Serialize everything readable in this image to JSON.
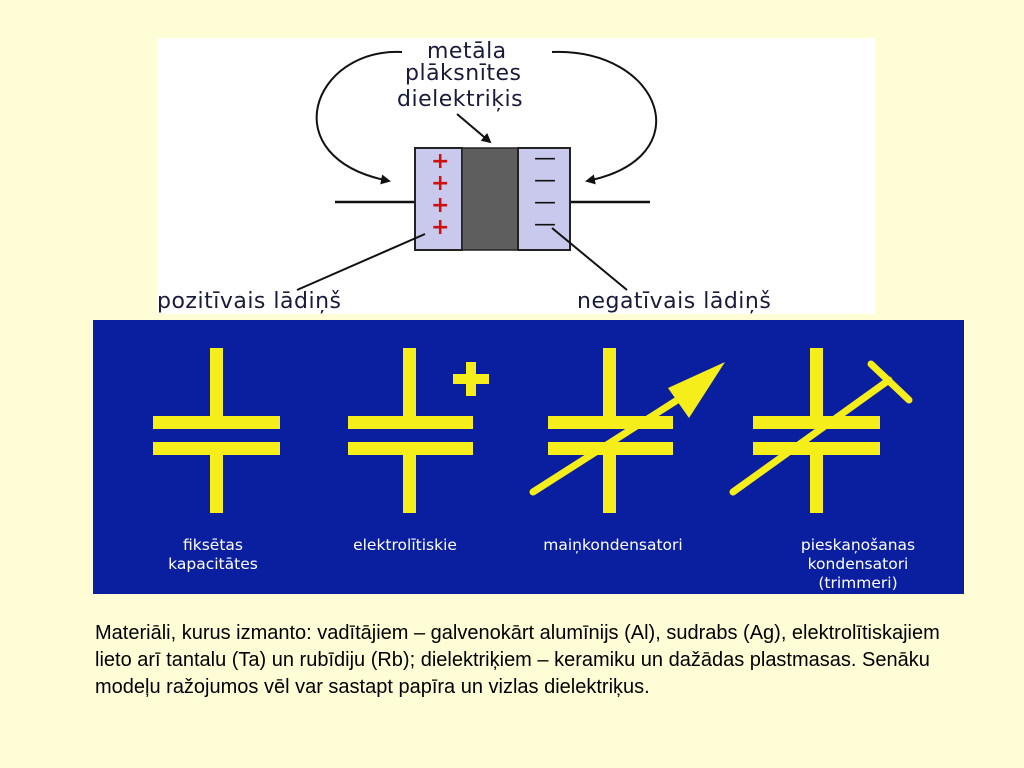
{
  "diagram": {
    "label_plates_line1": "metāla",
    "label_plates_line2": "plāksnītes",
    "label_dielectric": "dielektriķis",
    "label_positive": "pozitīvais lādiņš",
    "label_negative": "negatīvais lādiņš",
    "plus_sign": "+",
    "minus_sign": "—"
  },
  "symbols": {
    "items": [
      {
        "line1": "fiksētas",
        "line2": "kapacitātes",
        "line3": ""
      },
      {
        "line1": "elektrolītiskie",
        "line2": "",
        "line3": ""
      },
      {
        "line1": "maiņkondensatori",
        "line2": "",
        "line3": ""
      },
      {
        "line1": "pieskaņošanas",
        "line2": "kondensatori",
        "line3": "(trimmeri)"
      }
    ]
  },
  "description": "Materiāli, kurus izmanto: vadītājiem – galvenokārt alumīnijs (Al), sudrabs (Ag), elektrolītiskajiem lieto arī tantalu (Ta) un rubīdiju (Rb); dielektriķiem – keramiku un dažādas plastmasas. Senāku modeļu ražojumos vēl var sastapt papīra un vizlas dielektriķus.",
  "colors": {
    "background": "#fffdd5",
    "panel_blue": "#0a1ea0",
    "symbol_yellow": "#f5ee1a",
    "plate_fill": "#c9c9ee",
    "dielectric_fill": "#5e5e5e",
    "plus_red": "#d01010"
  }
}
